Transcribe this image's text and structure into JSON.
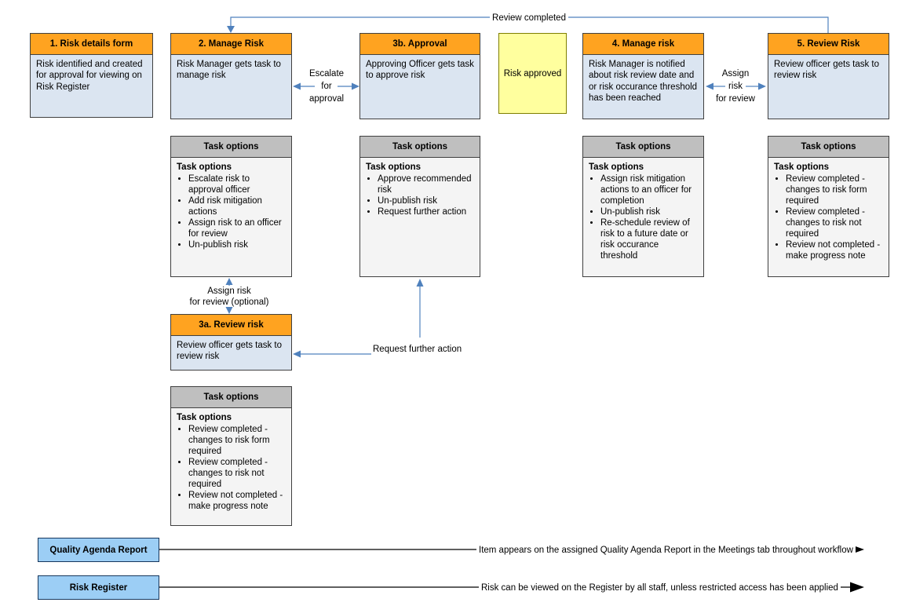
{
  "diagram": {
    "colors": {
      "stage_header": "#FFA320",
      "stage_body": "#DBE5F1",
      "task_header": "#BFBFBF",
      "task_body": "#F4F4F4",
      "note_fill": "#FFFF9E",
      "report_fill": "#9CCEF5",
      "connector_blue": "#4F81BD",
      "connector_black": "#000000"
    },
    "row1": [
      {
        "title": "1. Risk details form",
        "body": "Risk identified and created for approval for viewing on Risk Register"
      },
      {
        "title": "2. Manage Risk",
        "body": "Risk Manager gets task to manage risk"
      },
      {
        "title": "3b. Approval",
        "body": "Approving Officer gets task to approve risk"
      },
      {
        "title": "4. Manage risk",
        "body": "Risk Manager is notified about risk review date and or risk occurance threshold has been reached"
      },
      {
        "title": "5. Review Risk",
        "body": "Review officer gets task to review risk"
      }
    ],
    "note_text": "Risk approved",
    "box3a": {
      "title": "3a. Review risk",
      "body": "Review officer gets task to review risk"
    },
    "task_header_label": "Task options",
    "task_body_title": "Task options",
    "task_options": {
      "manage_risk_2": [
        "Escalate risk to approval officer",
        "Add risk mitigation actions",
        "Assign risk to an officer for review",
        "Un-publish risk"
      ],
      "approval_3b": [
        "Approve recommended risk",
        "Un-publish risk",
        "Request further action"
      ],
      "manage_risk_4": [
        "Assign risk mitigation actions to an officer for completion",
        "Un-publish risk",
        "Re-schedule review of risk to a future date or risk occurance threshold"
      ],
      "review_risk_5": [
        "Review completed - changes to risk form required",
        "Review completed - changes to risk not required",
        "Review not completed - make progress note"
      ],
      "review_risk_3a": [
        "Review completed - changes to risk form required",
        "Review completed - changes to risk not required",
        "Review not completed - make progress note"
      ]
    },
    "connectors": {
      "review_completed": "Review completed",
      "escalate": {
        "lines": [
          "Escalate",
          "for",
          "approval"
        ]
      },
      "assign_review": {
        "lines": [
          "Assign",
          "risk",
          "for review"
        ]
      },
      "assign_optional": {
        "lines": [
          "Assign risk",
          "for review (optional)"
        ]
      },
      "request_further_action": "Request further action"
    },
    "bottom_rows": [
      {
        "label": "Quality Agenda Report",
        "annotation": "Item appears on the assigned Quality Agenda Report in the Meetings tab throughout workflow"
      },
      {
        "label": "Risk Register",
        "annotation": "Risk can be viewed on the Register by all staff, unless restricted access has been applied"
      }
    ]
  }
}
